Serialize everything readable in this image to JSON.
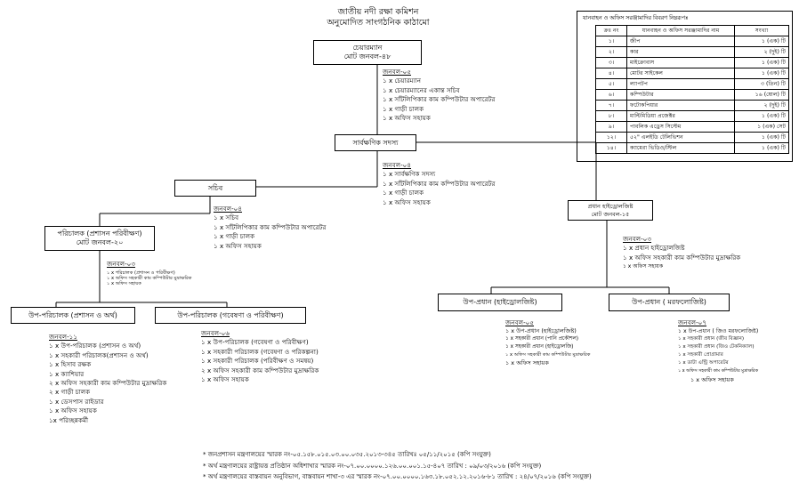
{
  "header": {
    "title": "জাতীয় নদী রক্ষা কমিশন",
    "subtitle": "অনুমোদিত সাংগঠনিক কাঠামো"
  },
  "chairman": {
    "title": "চেয়ারম্যান",
    "total": "মোট জনবল-৪৮",
    "manpower": "জনবল-০৫",
    "items": [
      "১ x চেয়ারম্যান",
      "১ x চেয়ারম্যানের একান্ত সচিব",
      "১ x সাঁটলিপিকার কাম কম্পিউটার অপারেটর",
      "১ x গাড়ী চালক",
      "১ x অফিস সহায়ক"
    ]
  },
  "member": {
    "title": "সার্বক্ষণিক সদস্য",
    "manpower": "জনবল-০৪",
    "items": [
      "১ x সার্বক্ষণিক সদস্য",
      "১ x সাঁটলিপিকার কাম কম্পিউটার অপারেটর",
      "১ x গাড়ী চালক",
      "১ x অফিস সহায়ক"
    ]
  },
  "secretary": {
    "title": "সচিব",
    "manpower": "জনবল-০৪",
    "items": [
      "১ x সচিব",
      "১ x সাঁটলিপিকার কাম কম্পিউটার অপারেটর",
      "১ x গাড়ী চালক",
      "১ x অফিস সহায়ক"
    ]
  },
  "director": {
    "title": "পরিচালক (প্রশাসন পরিবীক্ষণ)",
    "total": "মোট জনবল-২০",
    "manpower": "জনবল-০৩",
    "items": [
      "১ x পরিচালক (প্রশাসন ও পরিবীক্ষণ)",
      "১ x অফিস সহকারী কাম কম্পিউটার মুদ্রাক্ষরিক",
      "১ x অফিস সহায়ক"
    ]
  },
  "deputy_admin": {
    "title": "উপ-পরিচালক (প্রশাসন ও অর্থ)",
    "manpower": "জনবল-১১",
    "items": [
      "১ x উপ-পরিচালক (প্রশাসন ও অর্থ)",
      "১ x সহকারী পরিচালক(প্রশাসন ও অর্থ)",
      "১ x হিসাব রক্ষক",
      "১ x ক্যাশিয়ার",
      "২ x অফিস সহকারী কাম কম্পিউটার মুদ্রাক্ষরিক",
      "২ x গাড়ী চালক",
      "১ x ডেসপাস রাইডার",
      "১ x অফিস সহায়ক",
      "১x পরিচ্ছন্নকর্মী"
    ]
  },
  "deputy_research": {
    "title": "উপ-পরিচালক (গবেষণা ও পরিবীক্ষণ)",
    "manpower": "জনবল-০৬",
    "items": [
      "১ x উপ-পরিচালক (গবেষণা ও পরিবীক্ষণ)",
      "১ x সহকারী পরিচালক (গবেষণা ও পরিকল্পনা)",
      "১ x সহকারী পরিচালক (পরিবীক্ষণ ও সমন্বয়)",
      "২ x অফিস সহকারী কাম কম্পিউটার মুদ্রাক্ষরিক",
      "১ x অফিস সহায়ক"
    ]
  },
  "hydrologist": {
    "title": "প্রধান হাইড্রোলজিষ্ট",
    "total": "মোট জনবল-১৫",
    "manpower": "জনবল-০৩",
    "items": [
      "১ x প্রধান হাইড্রোলজিষ্ট",
      "১ x অফিস সহকারী কাম কম্পিউটার মুদ্রাক্ষরিক",
      "১ x অফিস সহায়ক"
    ]
  },
  "sub_hydro": {
    "title": "উপ-প্রধান (হাইড্রোলজিষ্ট)",
    "manpower": "জনবল-০৫",
    "items": [
      "১ x উপ-প্রধান (হাইড্রোলজিষ্ট)",
      "১ x সহকারী প্রধান (পানি প্রকৌশল)",
      "১ x সহকারী প্রধান (হাইড্রোলজি)",
      "১ x অফিস সহকারী কাম কম্পিউটার মুদ্রাক্ষরিক",
      "১ x অফিস সহায়ক"
    ]
  },
  "sub_morph": {
    "title": "উপ-প্রধান ( মরফলোজিষ্ট)",
    "manpower": "জনবল-০৭",
    "items": [
      "১ x উপ-প্রধান ( জিও মরফলোজিষ্ট)",
      "১ x সহকারী প্রধান (জীব বিজ্ঞান)",
      "১ x সহকারী প্রধান (জিও টেকনিক্যাল)",
      "১ x সহকারী প্রোগ্রামার",
      "১ x ডাটা এন্ট্রি অপারেটর",
      "১ x অফিস সহকারী কাম কম্পিউটার মুদ্রাক্ষরিক",
      "১ x অফিস সহায়ক"
    ]
  },
  "vehicle_table": {
    "title": "যানবাহন ও অফিস সরঞ্জামাদির বিবরণ নিম্নরূপঃ",
    "headers": [
      "ক্রঃ নং",
      "যানবাহন ও অফিস সরঞ্জামাদির নাম",
      "সংখ্যা"
    ],
    "rows": [
      [
        "১।",
        "জীপ",
        "১ (এক) টি"
      ],
      [
        "২।",
        "কার",
        "২ (দুই) টি"
      ],
      [
        "৩।",
        "মাইক্রোবাস",
        "১ (এক) টি"
      ],
      [
        "৪।",
        "মোটর সাইকেল",
        "১ (এক) টি"
      ],
      [
        "৫।",
        "ল্যাপটপ",
        "৩ (তিন) টি"
      ],
      [
        "৬।",
        "কম্পিউটার",
        "১৬ (ষোল) টি"
      ],
      [
        "৭।",
        "ফটোকপিয়ার",
        "২ (দুই) টি"
      ],
      [
        "৮।",
        "মাল্টিমিডিয়া প্রজেক্টর",
        "১ (এক) টি"
      ],
      [
        "৯।",
        "পাবলিক এড্রেস সিস্টেম",
        "১ (এক) সেট"
      ],
      [
        "১২।",
        "৫২\" এলইডি টেলিভিশন",
        "১ (এক) টি"
      ],
      [
        "১৪।",
        "ক্যামেরা ভিডিও/স্টিল",
        "১ (এক) টি"
      ]
    ]
  },
  "footnotes": [
    "*  জনপ্রশাসন মন্ত্রণালয়ের স্মারক নং-০৫.১৫৮.০১৫.০৩.০০.০৩৫.২০১৩-৩৪৫ তারিখঃ ০৫/১১/২০১৫ (কপি সংযুক্ত)",
    "*  অর্থ মন্ত্রণালয়ের রাষ্ট্রায়ত্ত প্রতিষ্ঠান অধিশাখার স্মারক নং-০৭.০০.০০০০.১২৬.০০.০০১.১৫-৪০৭ তারিখ : ০৯/০৩/২০১৬ (কপি সংযুক্ত)",
    "*  অর্থ মন্ত্রণালয়ের বাস্তবায়ন অনুবিভাগ, বাস্তবায়ন শাখা-৩ এর স্মারক নং-০৭.০০.০০০০.১৬৩.১৮.০৫২.১২.২০১৬-৮১ তারিখ : ২৪/০৭/২০১৬ (কপি সংযুক্ত)"
  ]
}
